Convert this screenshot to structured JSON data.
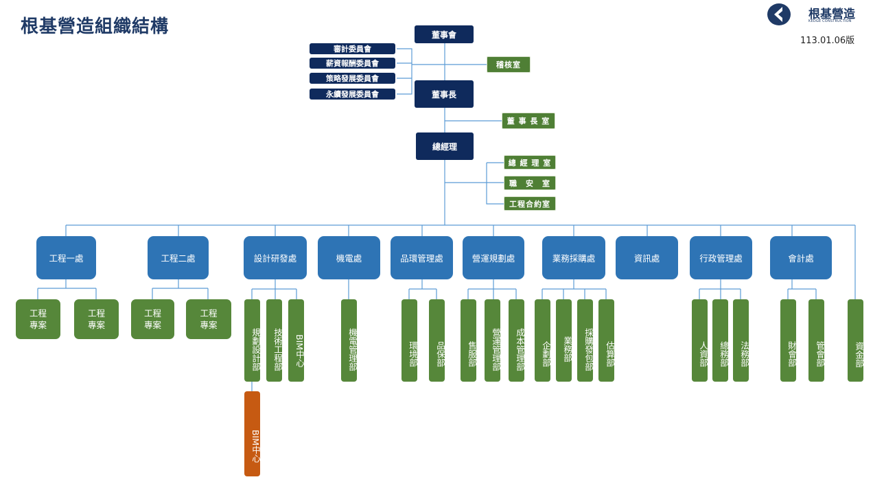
{
  "header": {
    "title": "根基營造組織結構",
    "version": "113.01.06版",
    "logo": {
      "name_cn": "根基營造",
      "name_en": "KEDGE CONSTRUCTION",
      "mark_color": "#1f3a66"
    }
  },
  "colors": {
    "navy": "#0f2a5c",
    "division_blue": "#2e74b5",
    "department_green": "#56873a",
    "highlight_orange": "#c65a12",
    "connector": "#5b9bd5"
  },
  "top": {
    "board": "董事會",
    "committees": [
      "審計委員會",
      "薪資報酬委員會",
      "策略發展委員會",
      "永續發展委員會"
    ],
    "audit_office": "稽核室",
    "chairman": "董事長",
    "chairman_office": "董 事 長 室",
    "gm": "總經理",
    "gm_offices": [
      "總 經 理 室",
      "職　安　室",
      "工程合約室"
    ]
  },
  "divisions": [
    {
      "name": "工程一處",
      "units": [
        "工程\n專案",
        "工程\n專案"
      ]
    },
    {
      "name": "工程二處",
      "units": [
        "工程\n專案",
        "工程\n專案"
      ]
    },
    {
      "name": "設計研發處",
      "units": [
        "規劃設計部",
        "技術工程部",
        "BIM中心"
      ],
      "sub_unit": "BIM中心"
    },
    {
      "name": "機電處",
      "units": [
        "機電管理部"
      ]
    },
    {
      "name": "品環管理處",
      "units": [
        "環境部",
        "品保部"
      ]
    },
    {
      "name": "營運規劃處",
      "units": [
        "售服部",
        "營運管理部",
        "成本管理部"
      ]
    },
    {
      "name": "業務採購處",
      "units": [
        "企劃部",
        "業務部",
        "採購發包部",
        "估算部"
      ]
    },
    {
      "name": "資訊處",
      "units": []
    },
    {
      "name": "行政管理處",
      "units": [
        "人資部",
        "總務部",
        "法務部"
      ]
    },
    {
      "name": "會計處",
      "units": [
        "財會部",
        "管會部"
      ]
    }
  ],
  "direct_unit": "資金部"
}
